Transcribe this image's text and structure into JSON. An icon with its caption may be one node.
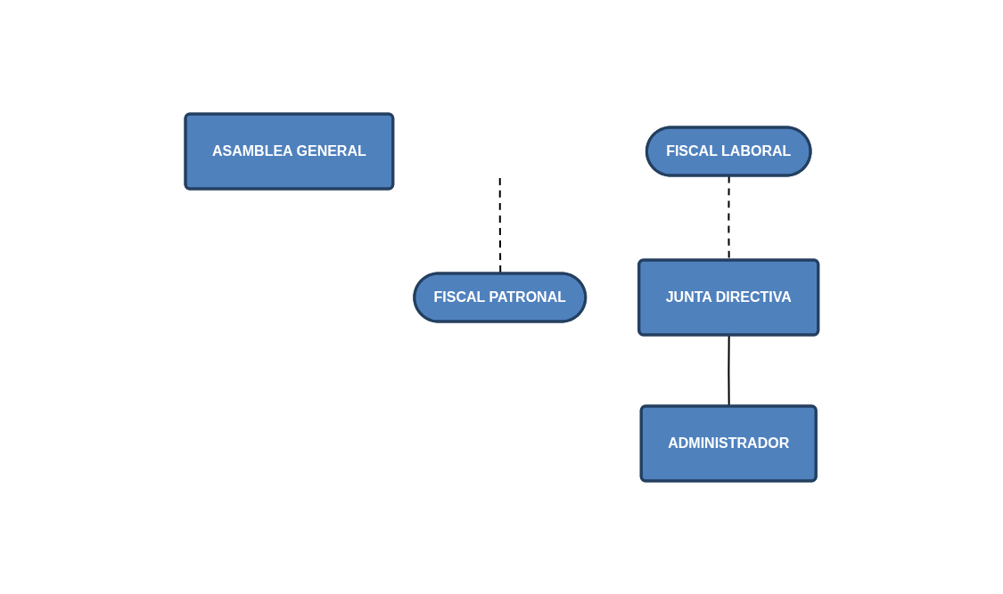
{
  "diagram": {
    "nodes": [
      {
        "text": [
          "ASAMBLEA GENERAL"
        ]
      },
      {
        "text": [
          "FISCAL PATRONAL"
        ]
      },
      {
        "text": [
          "JUNTA DIRECTIVA"
        ]
      },
      {
        "text": [
          "FISCAL LABORAL"
        ]
      },
      {
        "text": [
          "ADMINISTRADOR"
        ]
      }
    ],
    "edges": [
      {
        "from": 3,
        "to": 2,
        "arrow": "none",
        "style": "dashed"
      },
      {
        "from": null,
        "to": 1,
        "arrow": "none",
        "style": "dashed"
      },
      {
        "from": 2,
        "to": 4,
        "arrow": "none"
      }
    ]
  }
}
